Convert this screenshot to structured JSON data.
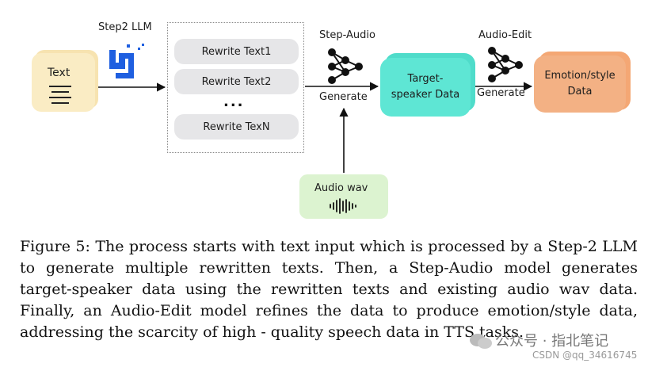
{
  "diagram": {
    "text_node": "Text",
    "llm_label": "Step2 LLM",
    "rewrites": [
      "Rewrite Text1",
      "Rewrite Text2",
      "Rewrite TexN"
    ],
    "ellipsis": "...",
    "step_audio_label": "Step-Audio",
    "generate_label_1": "Generate",
    "target_node": [
      "Target-",
      "speaker Data"
    ],
    "audio_edit_label": "Audio-Edit",
    "generate_label_2": "Generate",
    "emotion_node": [
      "Emotion/style",
      "Data"
    ],
    "audio_wav_label": "Audio wav",
    "colors": {
      "text_card": "#faecc4",
      "target_card": "#5ee6d4",
      "emotion_card": "#f3b184",
      "wav_card": "#dcf3d0",
      "llm_icon": "#1f5fe0"
    }
  },
  "caption": "Figure 5: The process starts with text input which is processed by a Step-2 LLM to generate multiple rewritten texts. Then, a Step-Audio model generates target-speaker data using the rewritten texts and existing audio wav data. Finally, an Audio-Edit model refines the data to produce emotion/style data, addressing the scarcity of high - quality speech data in TTS tasks.",
  "watermark": {
    "main": "公众号 · 指北笔记",
    "sub": "CSDN @qq_34616745"
  }
}
